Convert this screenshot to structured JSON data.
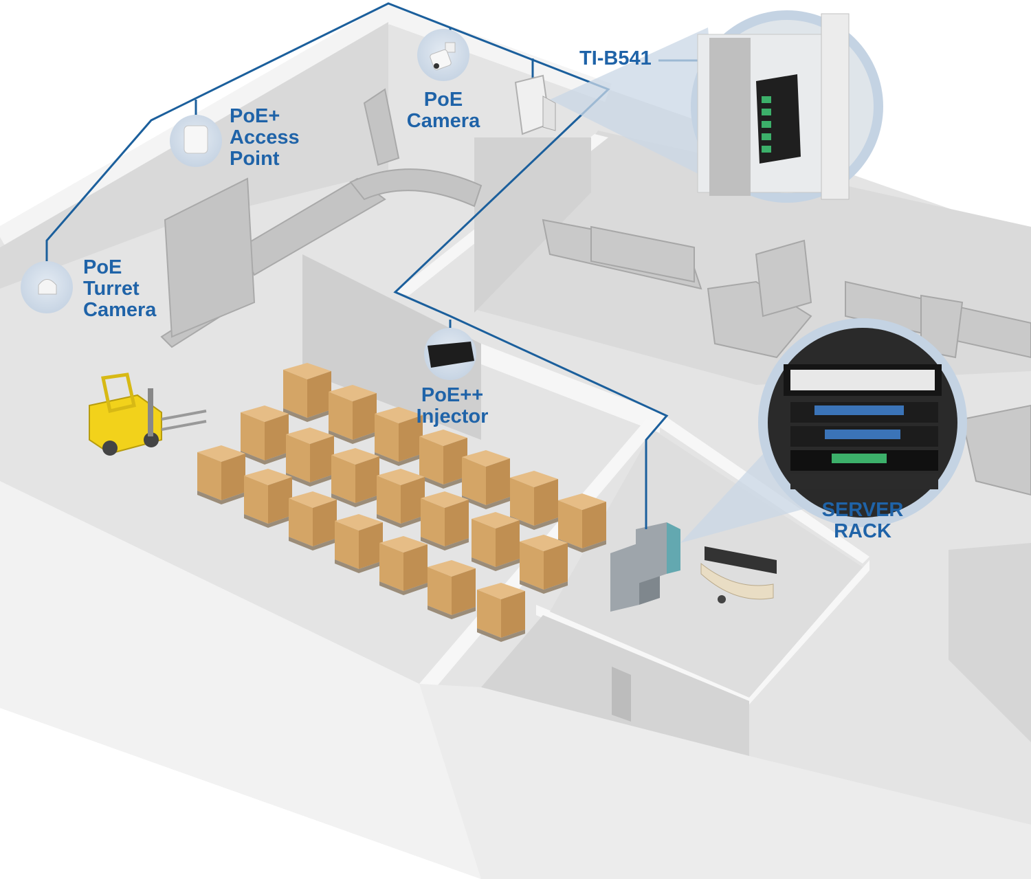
{
  "colors": {
    "network_line": "#1b5f9c",
    "label_text": "#1f63a8",
    "floor": "#e2e2e2",
    "wall_top": "#f7f7f7",
    "wall_side": "#d3d3d3",
    "box": "#d8ac74",
    "forklift": "#f2d21b",
    "device_dark": "#222222"
  },
  "labels": {
    "turret_camera": [
      "PoE",
      "Turret",
      "Camera"
    ],
    "access_point": [
      "PoE+",
      "Access",
      "Point"
    ],
    "poe_camera": [
      "PoE",
      "Camera"
    ],
    "switch_model": "TI-B541",
    "injector": [
      "PoE++",
      "Injector"
    ],
    "server_rack": [
      "SERVER",
      "RACK"
    ]
  },
  "icons": {
    "turret_camera": "turret-camera-icon",
    "access_point": "access-point-icon",
    "poe_camera": "bullet-camera-icon",
    "switch": "industrial-switch-icon",
    "injector": "poe-injector-icon",
    "server_rack": "server-rack-icon"
  }
}
